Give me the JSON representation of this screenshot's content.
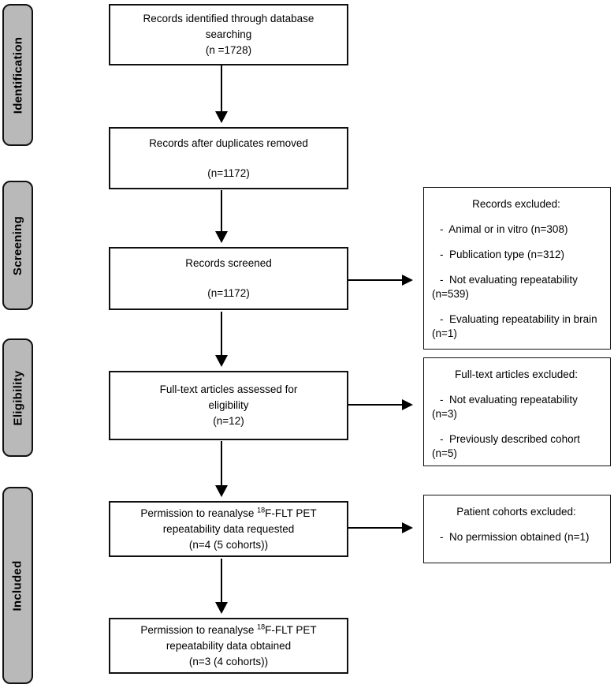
{
  "figure": {
    "type": "prisma-flow-diagram"
  },
  "colors": {
    "stage_fill": "#b9b9b9",
    "line": "#000000",
    "box_background": "#ffffff"
  },
  "stages": [
    {
      "label": "Identification"
    },
    {
      "label": "Screening"
    },
    {
      "label": "Eligibility"
    },
    {
      "label": "Included"
    }
  ],
  "main": {
    "box1": {
      "line1": "Records identified through database",
      "line2": "searching",
      "line3": "(n =1728)"
    },
    "box2": {
      "line1": "Records after duplicates removed",
      "line2": "(n=1172)"
    },
    "box3": {
      "line1": "Records screened",
      "line2": "(n=1172)"
    },
    "box4": {
      "line1": "Full-text articles assessed for",
      "line2": "eligibility",
      "line3": "(n=12)"
    },
    "box5": {
      "line1_pre": "Permission to reanalyse",
      "line1_sup": "18",
      "line1_post": "F-FLT PET",
      "line2": "repeatability data requested",
      "line3": "(n=4 (5 cohorts))"
    },
    "box6": {
      "line1_pre": "Permission to reanalyse",
      "line1_sup": "18",
      "line1_post": "F-FLT PET",
      "line2": "repeatability data obtained",
      "line3": "(n=3 (4 cohorts))"
    }
  },
  "exclusions": {
    "box1": {
      "title": "Records excluded:",
      "items": [
        "-  Animal or in vitro (n=308)",
        "-  Publication type (n=312)",
        "-  Not evaluating repeatability (n=539)",
        "-  Evaluating repeatability in brain (n=1)"
      ]
    },
    "box2": {
      "title": "Full-text articles excluded:",
      "items": [
        "-  Not evaluating repeatability (n=3)",
        "-  Previously described cohort (n=5)"
      ]
    },
    "box3": {
      "title": "Patient cohorts excluded:",
      "items": [
        "-  No permission obtained (n=1)"
      ]
    }
  }
}
